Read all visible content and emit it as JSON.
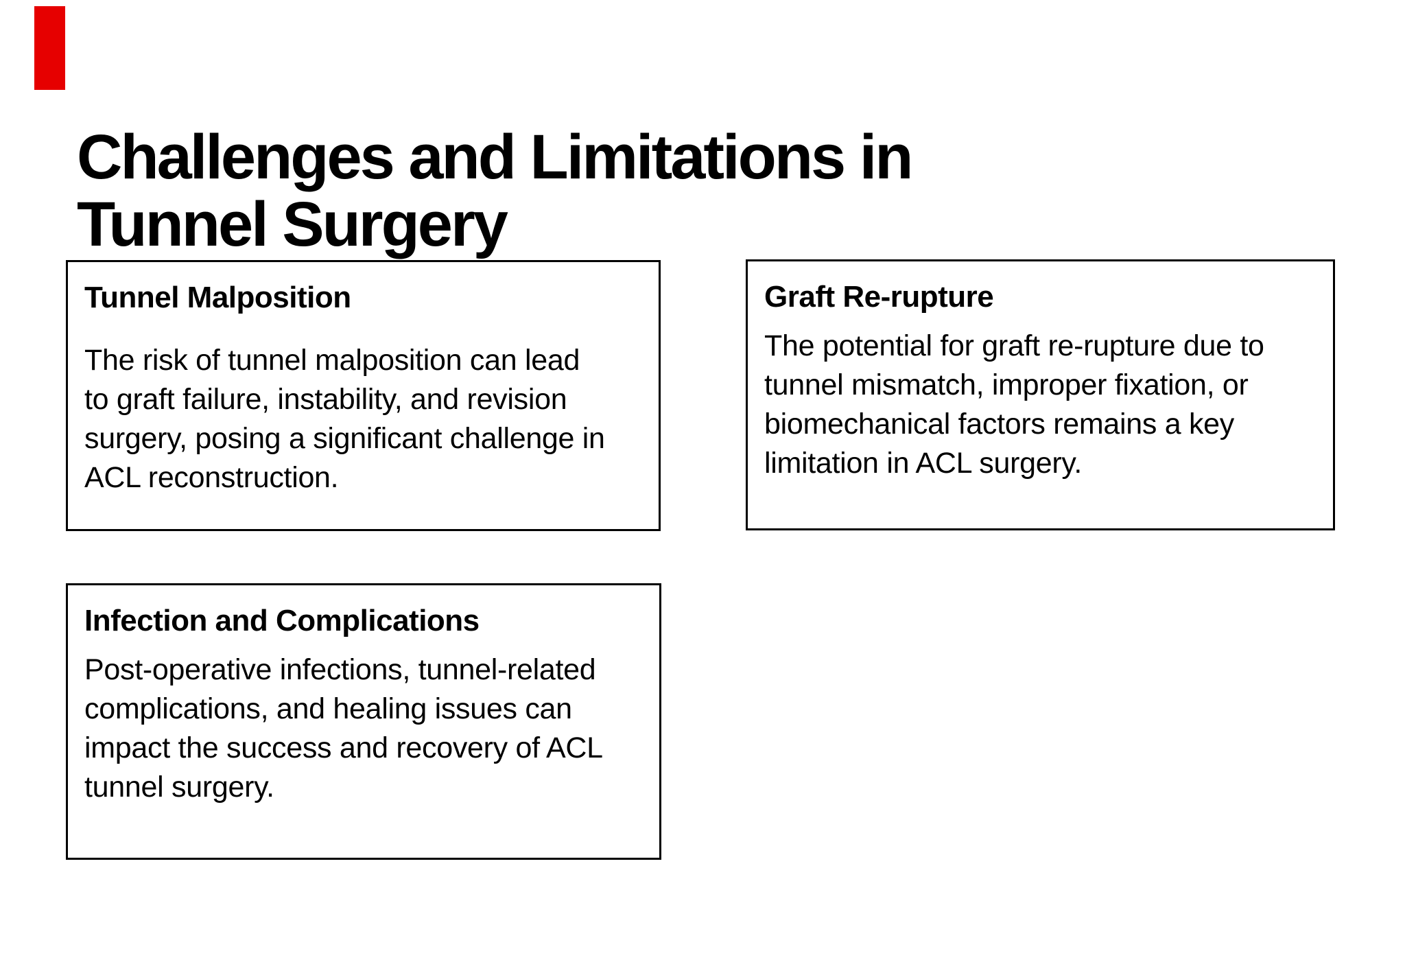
{
  "slide": {
    "title": "Challenges and Limitations in\nTunnel Surgery",
    "accent_color": "#E60000",
    "cards": [
      {
        "heading": "Tunnel Malposition",
        "body": "The risk of tunnel malposition can lead\nto graft failure, instability, and revision\nsurgery, posing a significant challenge in\nACL reconstruction."
      },
      {
        "heading": "Graft Re-rupture",
        "body": "The potential for graft re-rupture due to\ntunnel mismatch, improper fixation, or\nbiomechanical factors remains a key\nlimitation in ACL surgery."
      },
      {
        "heading": "Infection and Complications",
        "body": "Post-operative infections, tunnel-related\ncomplications, and healing issues can\nimpact the success and recovery of ACL\ntunnel surgery."
      }
    ]
  }
}
